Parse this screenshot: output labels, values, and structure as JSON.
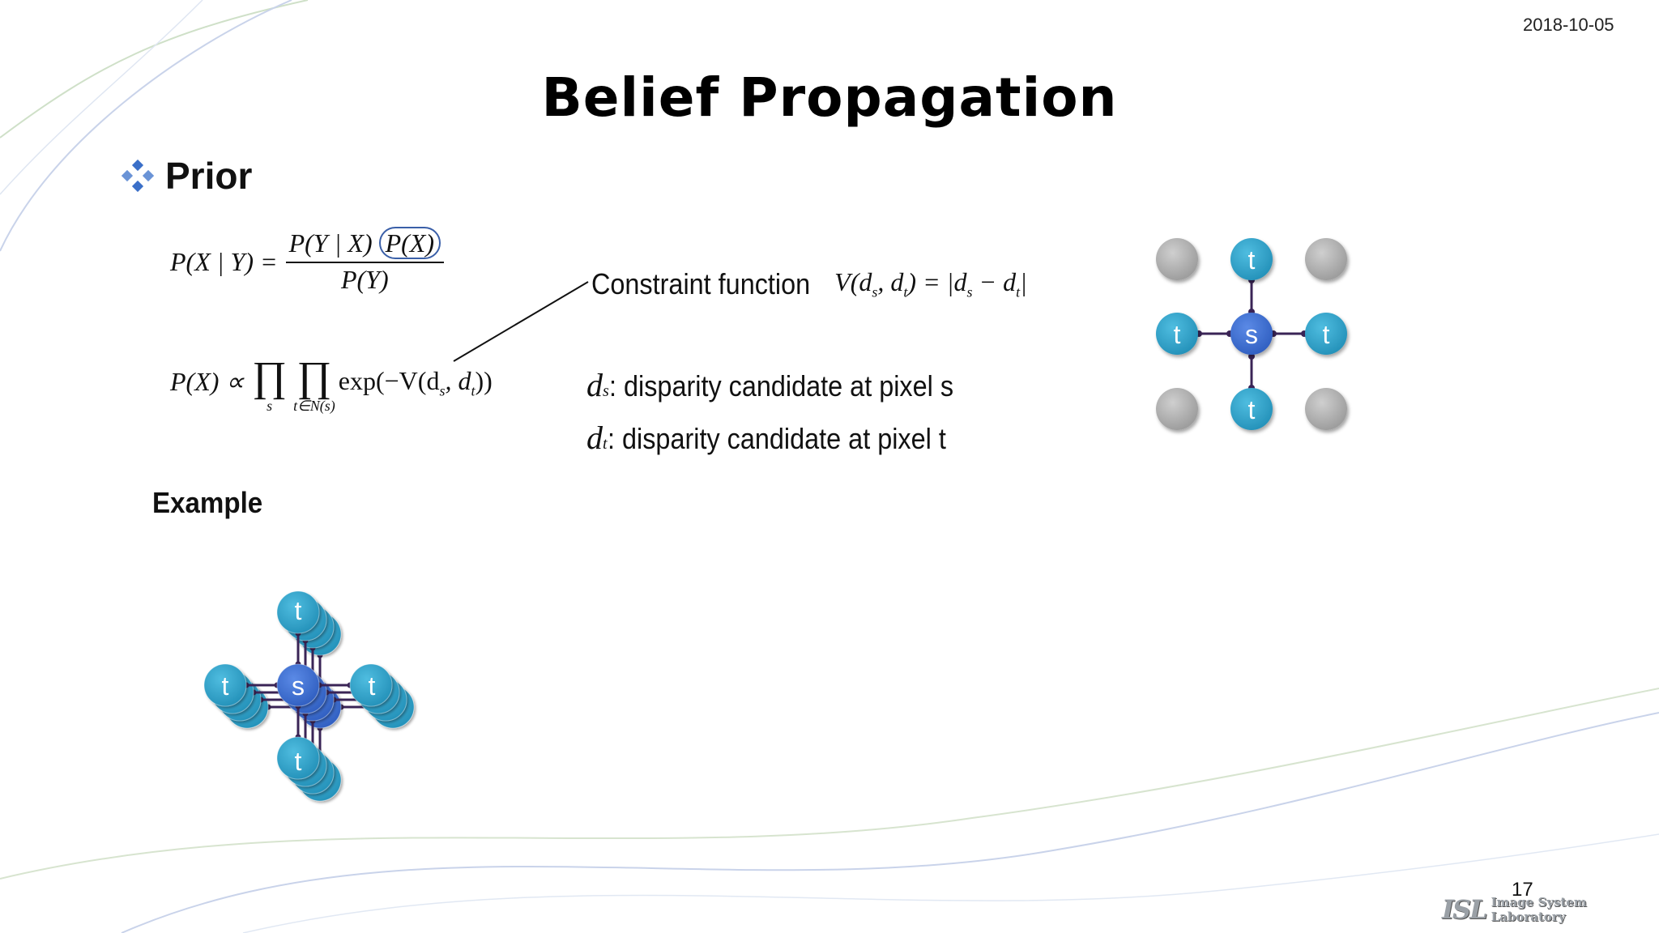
{
  "slide": {
    "date": "2018-10-05",
    "title": "Belief Propagation",
    "bullet": "Prior",
    "example_label": "Example",
    "page_number": "17"
  },
  "equations": {
    "bayes_lhs": "P(X | Y) =",
    "bayes_num": "P(Y | X)",
    "bayes_num_circled": "P(X)",
    "bayes_den": "P(Y)",
    "prior_lhs": "P(X) ∝",
    "prod1_sub": "s",
    "prod2_sub": "t∈N(s)",
    "prior_rhs": "exp(−V(d",
    "prior_rhs_s": "s",
    "prior_rhs_mid": ", d",
    "prior_rhs_t": "t",
    "prior_rhs_end": "))"
  },
  "constraint": {
    "label": "Constraint function",
    "lhs": "V(d",
    "s": "s",
    "mid": ", d",
    "t": "t",
    "eq": ") = |d",
    "minus": " − d",
    "end": "|"
  },
  "definitions": [
    {
      "var": "d",
      "sub": "s",
      "text": ": disparity candidate at pixel s"
    },
    {
      "var": "d",
      "sub": "t",
      "text": ": disparity candidate at pixel t"
    }
  ],
  "grid_diagram": {
    "center_label": "s",
    "neighbor_label": "t",
    "colors": {
      "center": "#3f6fd0",
      "neighbor": "#2f9fc4",
      "corner": "#a8a8a8",
      "edge": "#3a2456"
    }
  },
  "logo": {
    "mark": "ISL",
    "text": "Image System Laboratory"
  }
}
